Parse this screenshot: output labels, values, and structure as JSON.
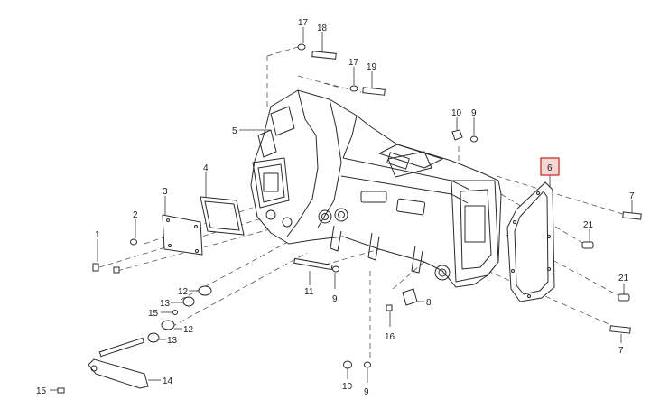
{
  "diagram": {
    "highlight_color": "#d0302a",
    "labels": {
      "p17a": "17",
      "p18": "18",
      "p17b": "17",
      "p19": "19",
      "p5": "5",
      "p10a": "10",
      "p9a": "9",
      "p6": "6",
      "p4": "4",
      "p3": "3",
      "p2": "2",
      "p1": "1",
      "p7a": "7",
      "p21a": "21",
      "p21b": "21",
      "p7b": "7",
      "p12a": "12",
      "p13a": "13",
      "p15a": "15",
      "p12b": "12",
      "p13b": "13",
      "p11": "11",
      "p9b": "9",
      "p8": "8",
      "p16": "16",
      "p14": "14",
      "p15b": "15",
      "p10b": "10",
      "p9c": "9"
    }
  }
}
